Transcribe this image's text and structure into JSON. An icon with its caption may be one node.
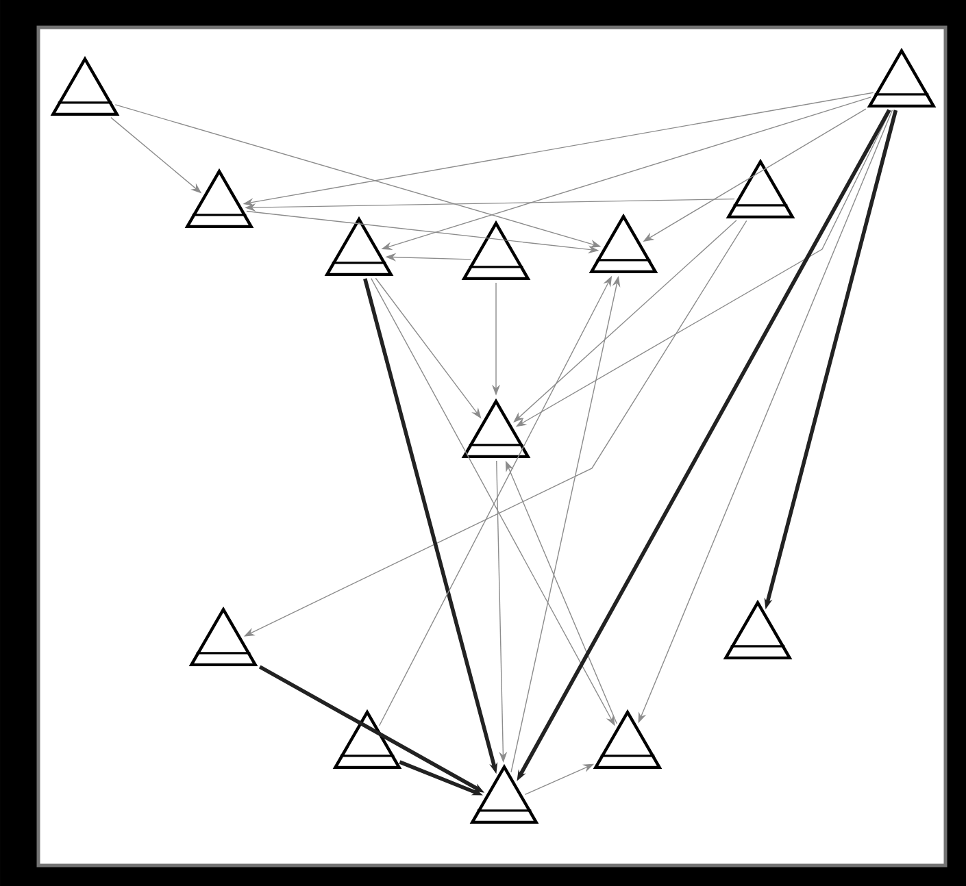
{
  "diagram": {
    "nodes": [
      {
        "text": [],
        "shape": "triangle"
      },
      {
        "text": [],
        "shape": "triangle"
      },
      {
        "text": [],
        "shape": "triangle"
      },
      {
        "text": [],
        "shape": "triangle"
      },
      {
        "text": [],
        "shape": "triangle"
      },
      {
        "text": [],
        "shape": "triangle"
      },
      {
        "text": [],
        "shape": "triangle"
      },
      {
        "text": [],
        "shape": "triangle"
      },
      {
        "text": [],
        "shape": "triangle"
      },
      {
        "text": [],
        "shape": "triangle"
      },
      {
        "text": [],
        "shape": "triangle"
      },
      {
        "text": [],
        "shape": "triangle"
      },
      {
        "text": [],
        "shape": "triangle"
      }
    ],
    "edges": [
      {
        "from": 0,
        "to": 1,
        "arrow": "to"
      },
      {
        "from": 0,
        "to": 4,
        "arrow": "to"
      },
      {
        "from": 6,
        "to": 1,
        "arrow": "to"
      },
      {
        "from": 5,
        "to": 1,
        "arrow": "to"
      },
      {
        "from": 1,
        "to": 4,
        "arrow": "to"
      },
      {
        "from": 6,
        "to": 2,
        "arrow": "to"
      },
      {
        "from": 6,
        "to": 4,
        "arrow": "to"
      },
      {
        "from": 3,
        "to": 2,
        "arrow": "to"
      },
      {
        "from": 2,
        "to": 7,
        "arrow": "to"
      },
      {
        "from": 3,
        "to": 7,
        "arrow": "to"
      },
      {
        "from": 6,
        "to": 7,
        "arrow": "to"
      },
      {
        "from": 5,
        "to": 7,
        "arrow": "to"
      },
      {
        "from": 5,
        "to": 8,
        "arrow": "to"
      },
      {
        "from": 2,
        "to": 10,
        "arrow": "to",
        "style": "thick",
        "color": "#222222"
      },
      {
        "from": 2,
        "to": 11,
        "arrow": "to"
      },
      {
        "from": 7,
        "to": 10,
        "arrow": "to"
      },
      {
        "from": 9,
        "to": 4,
        "arrow": "to"
      },
      {
        "from": 10,
        "to": 4,
        "arrow": "to"
      },
      {
        "from": 11,
        "to": 7,
        "arrow": "to"
      },
      {
        "from": 8,
        "to": 10,
        "arrow": "to",
        "style": "thick",
        "color": "#222222"
      },
      {
        "from": 9,
        "to": 10,
        "arrow": "to",
        "style": "thick",
        "color": "#222222"
      },
      {
        "from": 6,
        "to": 10,
        "arrow": "to",
        "style": "thick",
        "color": "#222222"
      },
      {
        "from": 6,
        "to": 12,
        "arrow": "to",
        "style": "thick",
        "color": "#222222"
      },
      {
        "from": 6,
        "to": 11,
        "arrow": "to"
      },
      {
        "from": 10,
        "to": 11,
        "arrow": "to"
      }
    ]
  }
}
